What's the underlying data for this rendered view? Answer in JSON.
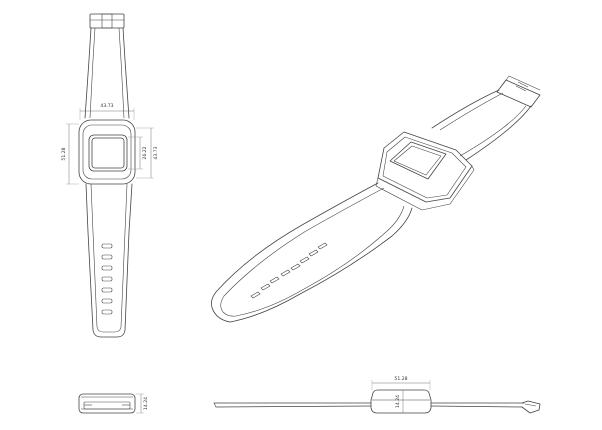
{
  "dimensions": {
    "top_width": "43.73",
    "top_height": "51.28",
    "screen_height": "26.22",
    "body_height": "43.73",
    "front_thickness": "14.24",
    "side_length": "51.28",
    "side_thickness": "14.24"
  }
}
